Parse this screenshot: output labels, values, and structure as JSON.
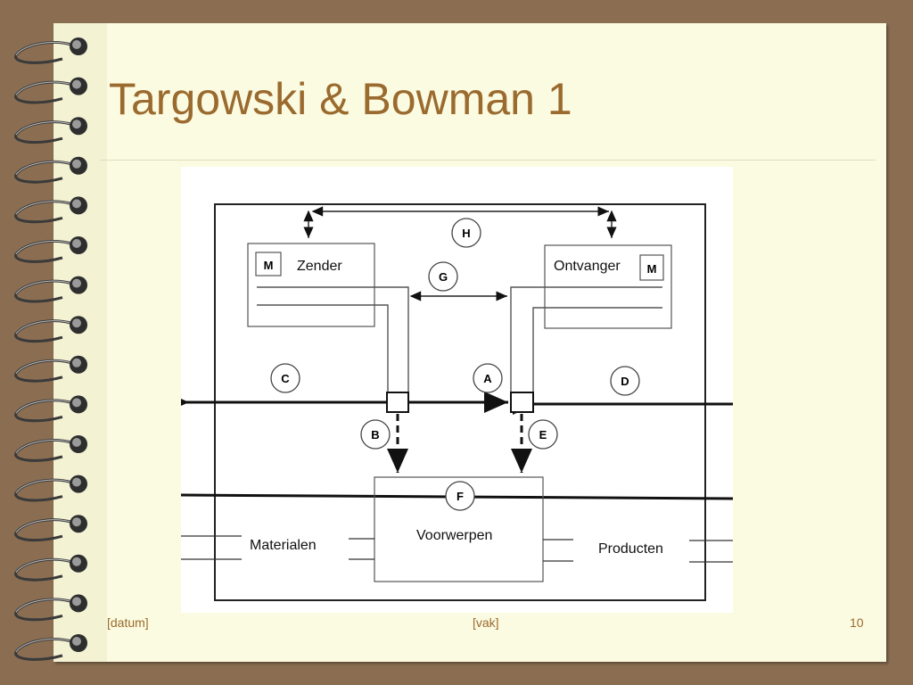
{
  "slide": {
    "title": "Targowski & Bowman 1",
    "footer_date": "[datum]",
    "footer_subject": "[vak]",
    "page_number": "10"
  },
  "diagram": {
    "labels": {
      "sender": "Zender",
      "receiver": "Ontvanger",
      "objects": "Voorwerpen",
      "materials": "Materialen",
      "products": "Producten"
    },
    "mark_sender": "M",
    "mark_receiver": "M",
    "circles": {
      "a": "A",
      "b": "B",
      "c": "C",
      "d": "D",
      "e": "E",
      "f": "F",
      "g": "G",
      "h": "H"
    }
  },
  "colors": {
    "background": "#8b6e52",
    "page": "#fbfbe1",
    "title": "#9a6a2e"
  }
}
